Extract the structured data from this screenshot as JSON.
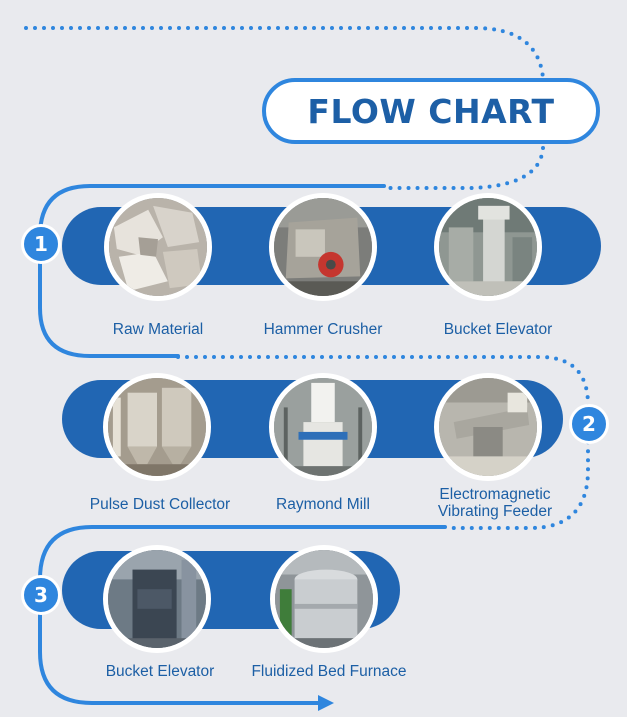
{
  "title": "FLOW CHART",
  "steps": [
    "1",
    "2",
    "3"
  ],
  "items": [
    {
      "label": "Raw Material"
    },
    {
      "label": "Hammer Crusher"
    },
    {
      "label": "Bucket Elevator"
    },
    {
      "label": "Pulse Dust Collector"
    },
    {
      "label": "Raymond Mill"
    },
    {
      "label_line1": "Electromagnetic",
      "label_line2": "Vibrating Feeder"
    },
    {
      "label": "Bucket Elevator"
    },
    {
      "label": "Fluidized Bed Furnace"
    }
  ],
  "colors": {
    "accent": "#2f86de",
    "band": "#2166b3",
    "title_text": "#1d5fa6",
    "label_text": "#1c5fa5",
    "background": "#e9eaee"
  }
}
